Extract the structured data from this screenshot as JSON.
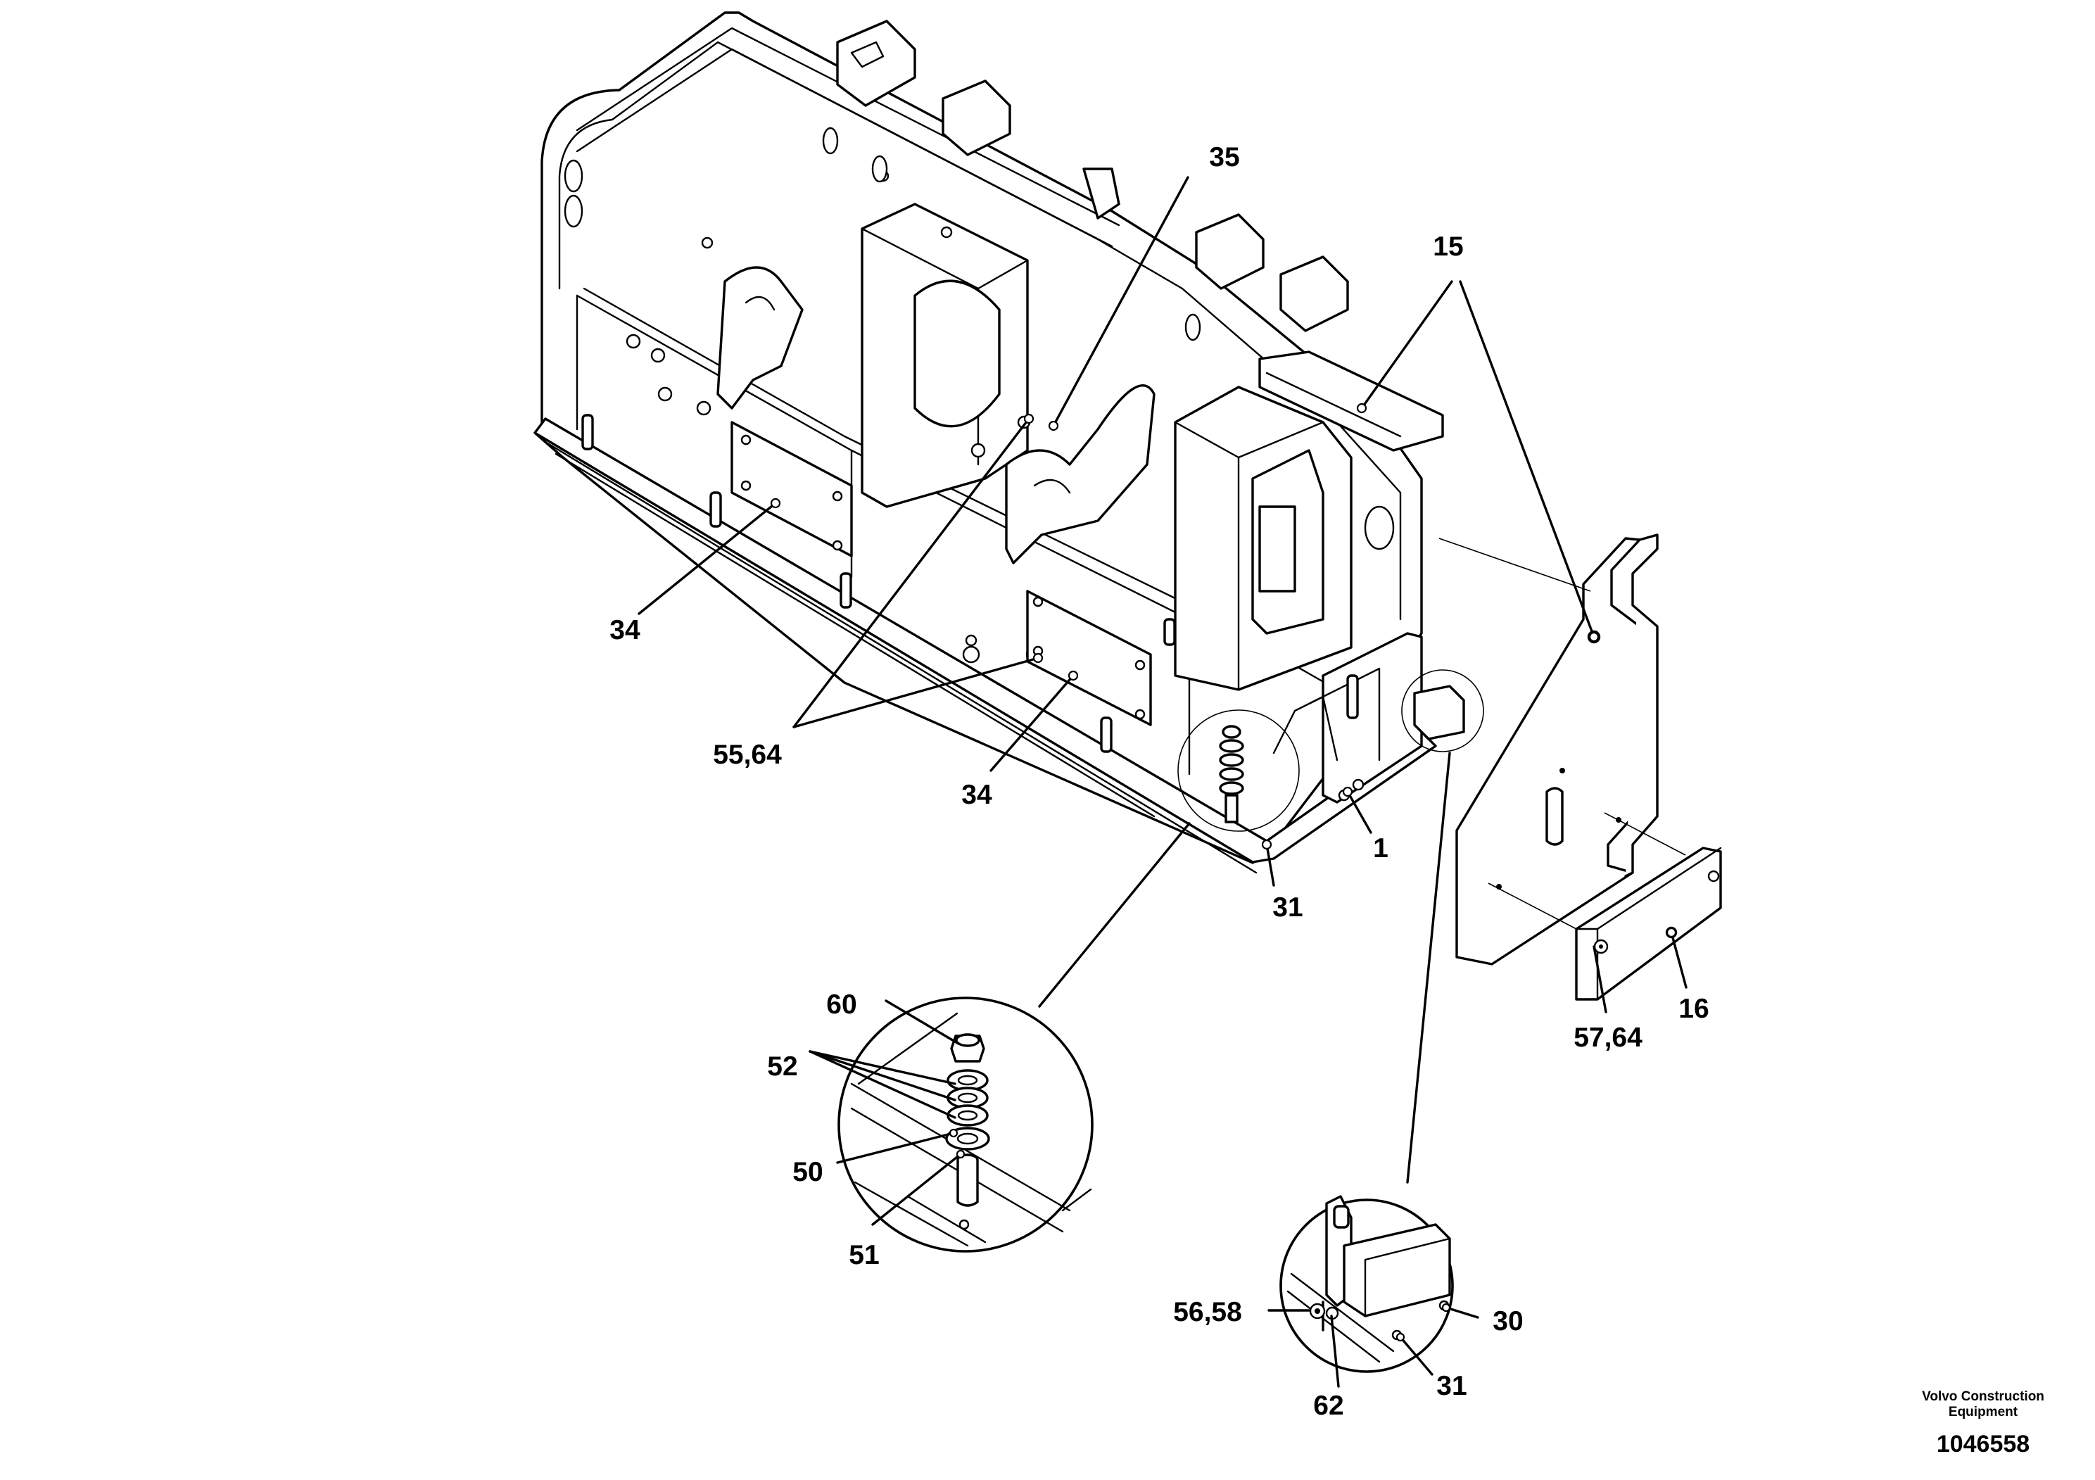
{
  "labels": {
    "l35": "35",
    "l15": "15",
    "l34a": "34",
    "l34b": "34",
    "l5564": "55,64",
    "l1": "1",
    "l31a": "31",
    "l5764": "57,64",
    "l16": "16",
    "l60": "60",
    "l52": "52",
    "l50": "50",
    "l51": "51",
    "l5658": "56,58",
    "l30": "30",
    "l62": "62",
    "l31b": "31"
  },
  "footer": {
    "manufacturer_line1": "Volvo Construction",
    "manufacturer_line2": "Equipment",
    "document_number": "1046558"
  }
}
